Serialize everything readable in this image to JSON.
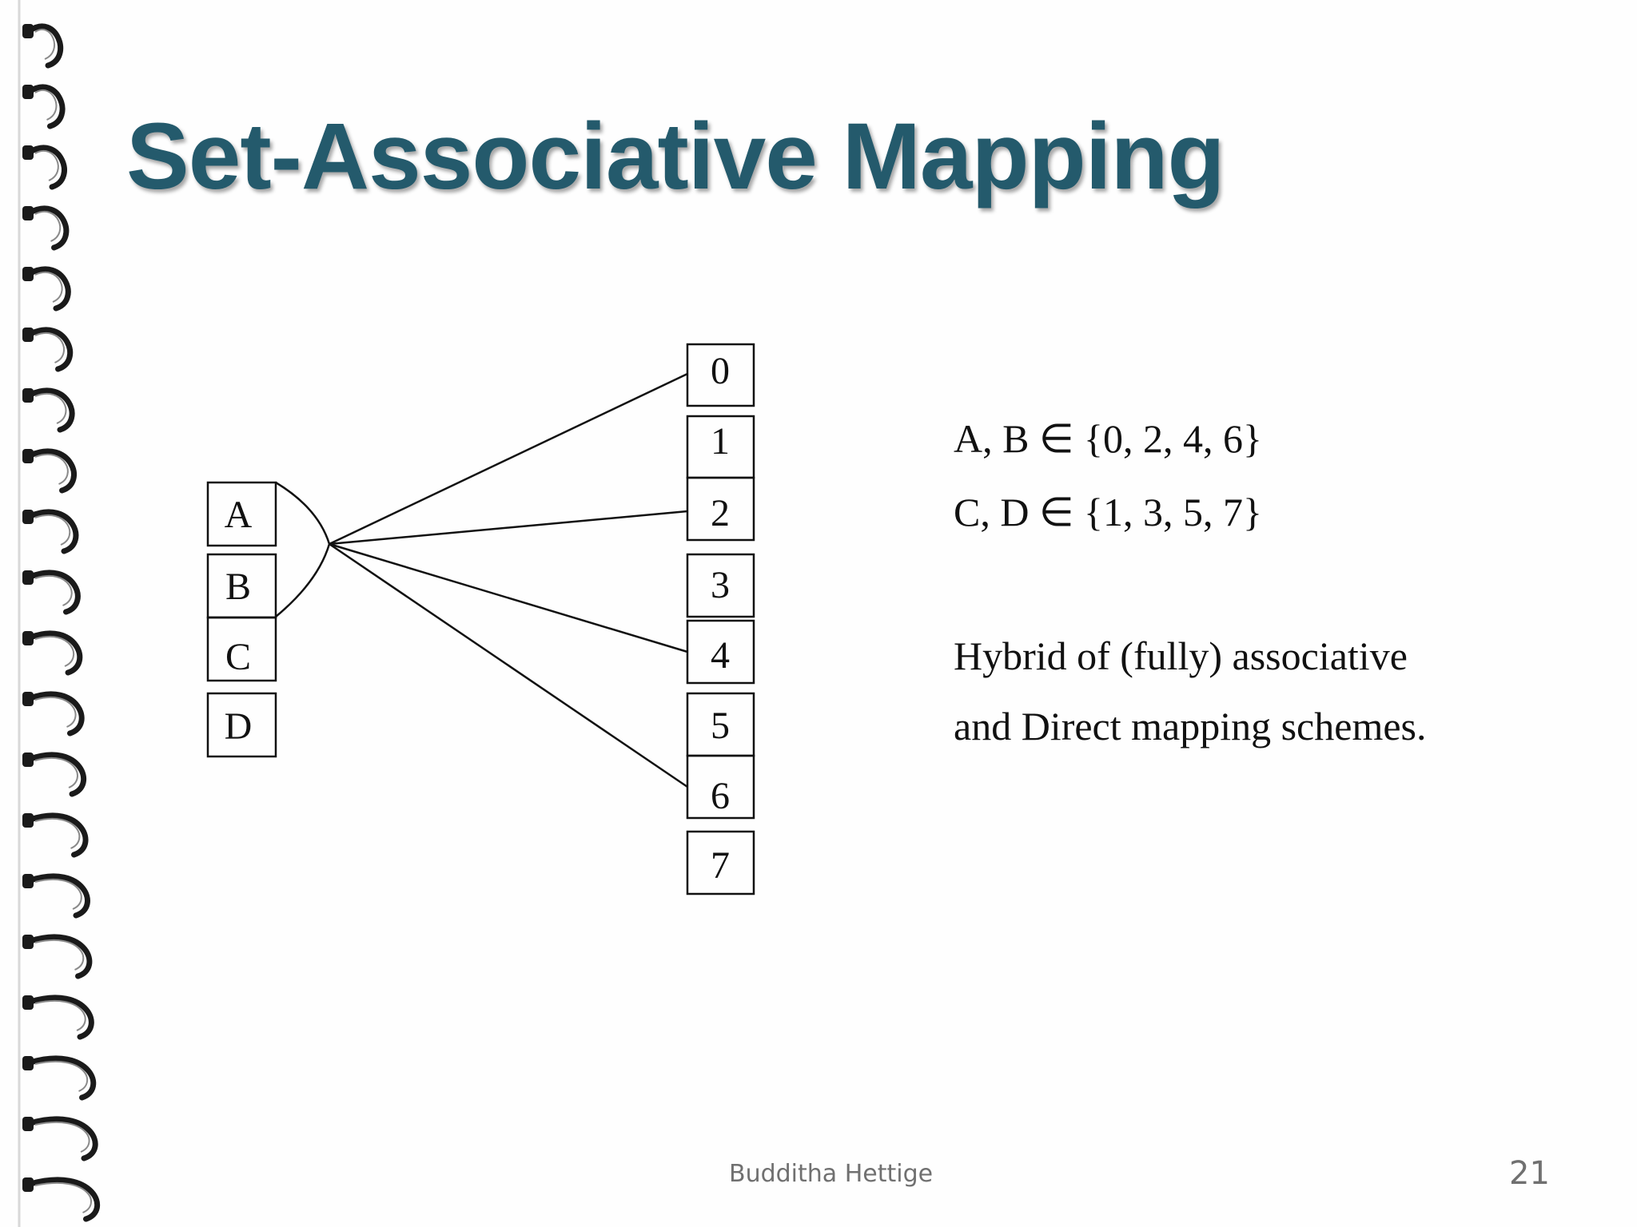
{
  "slide": {
    "title": "Set-Associative Mapping",
    "footer_author": "Budditha Hettige",
    "page_number": "21"
  },
  "diagram": {
    "cache_lines": [
      "A",
      "B",
      "C",
      "D"
    ],
    "memory_blocks": [
      "0",
      "1",
      "2",
      "3",
      "4",
      "5",
      "6",
      "7"
    ],
    "connections": [
      {
        "from": [
          "A",
          "B"
        ],
        "to": [
          "0",
          "2",
          "4",
          "6"
        ]
      }
    ],
    "notes": [
      "A, B ∈ {0, 2, 4, 6}",
      "C, D ∈ {1, 3, 5, 7}",
      "Hybrid of (fully) associative",
      "and Direct mapping schemes."
    ]
  },
  "colors": {
    "title": "#245a6c",
    "footer": "#707070",
    "binding": "#1a1a1a"
  },
  "icons": [
    "spiral-binding-icon"
  ]
}
